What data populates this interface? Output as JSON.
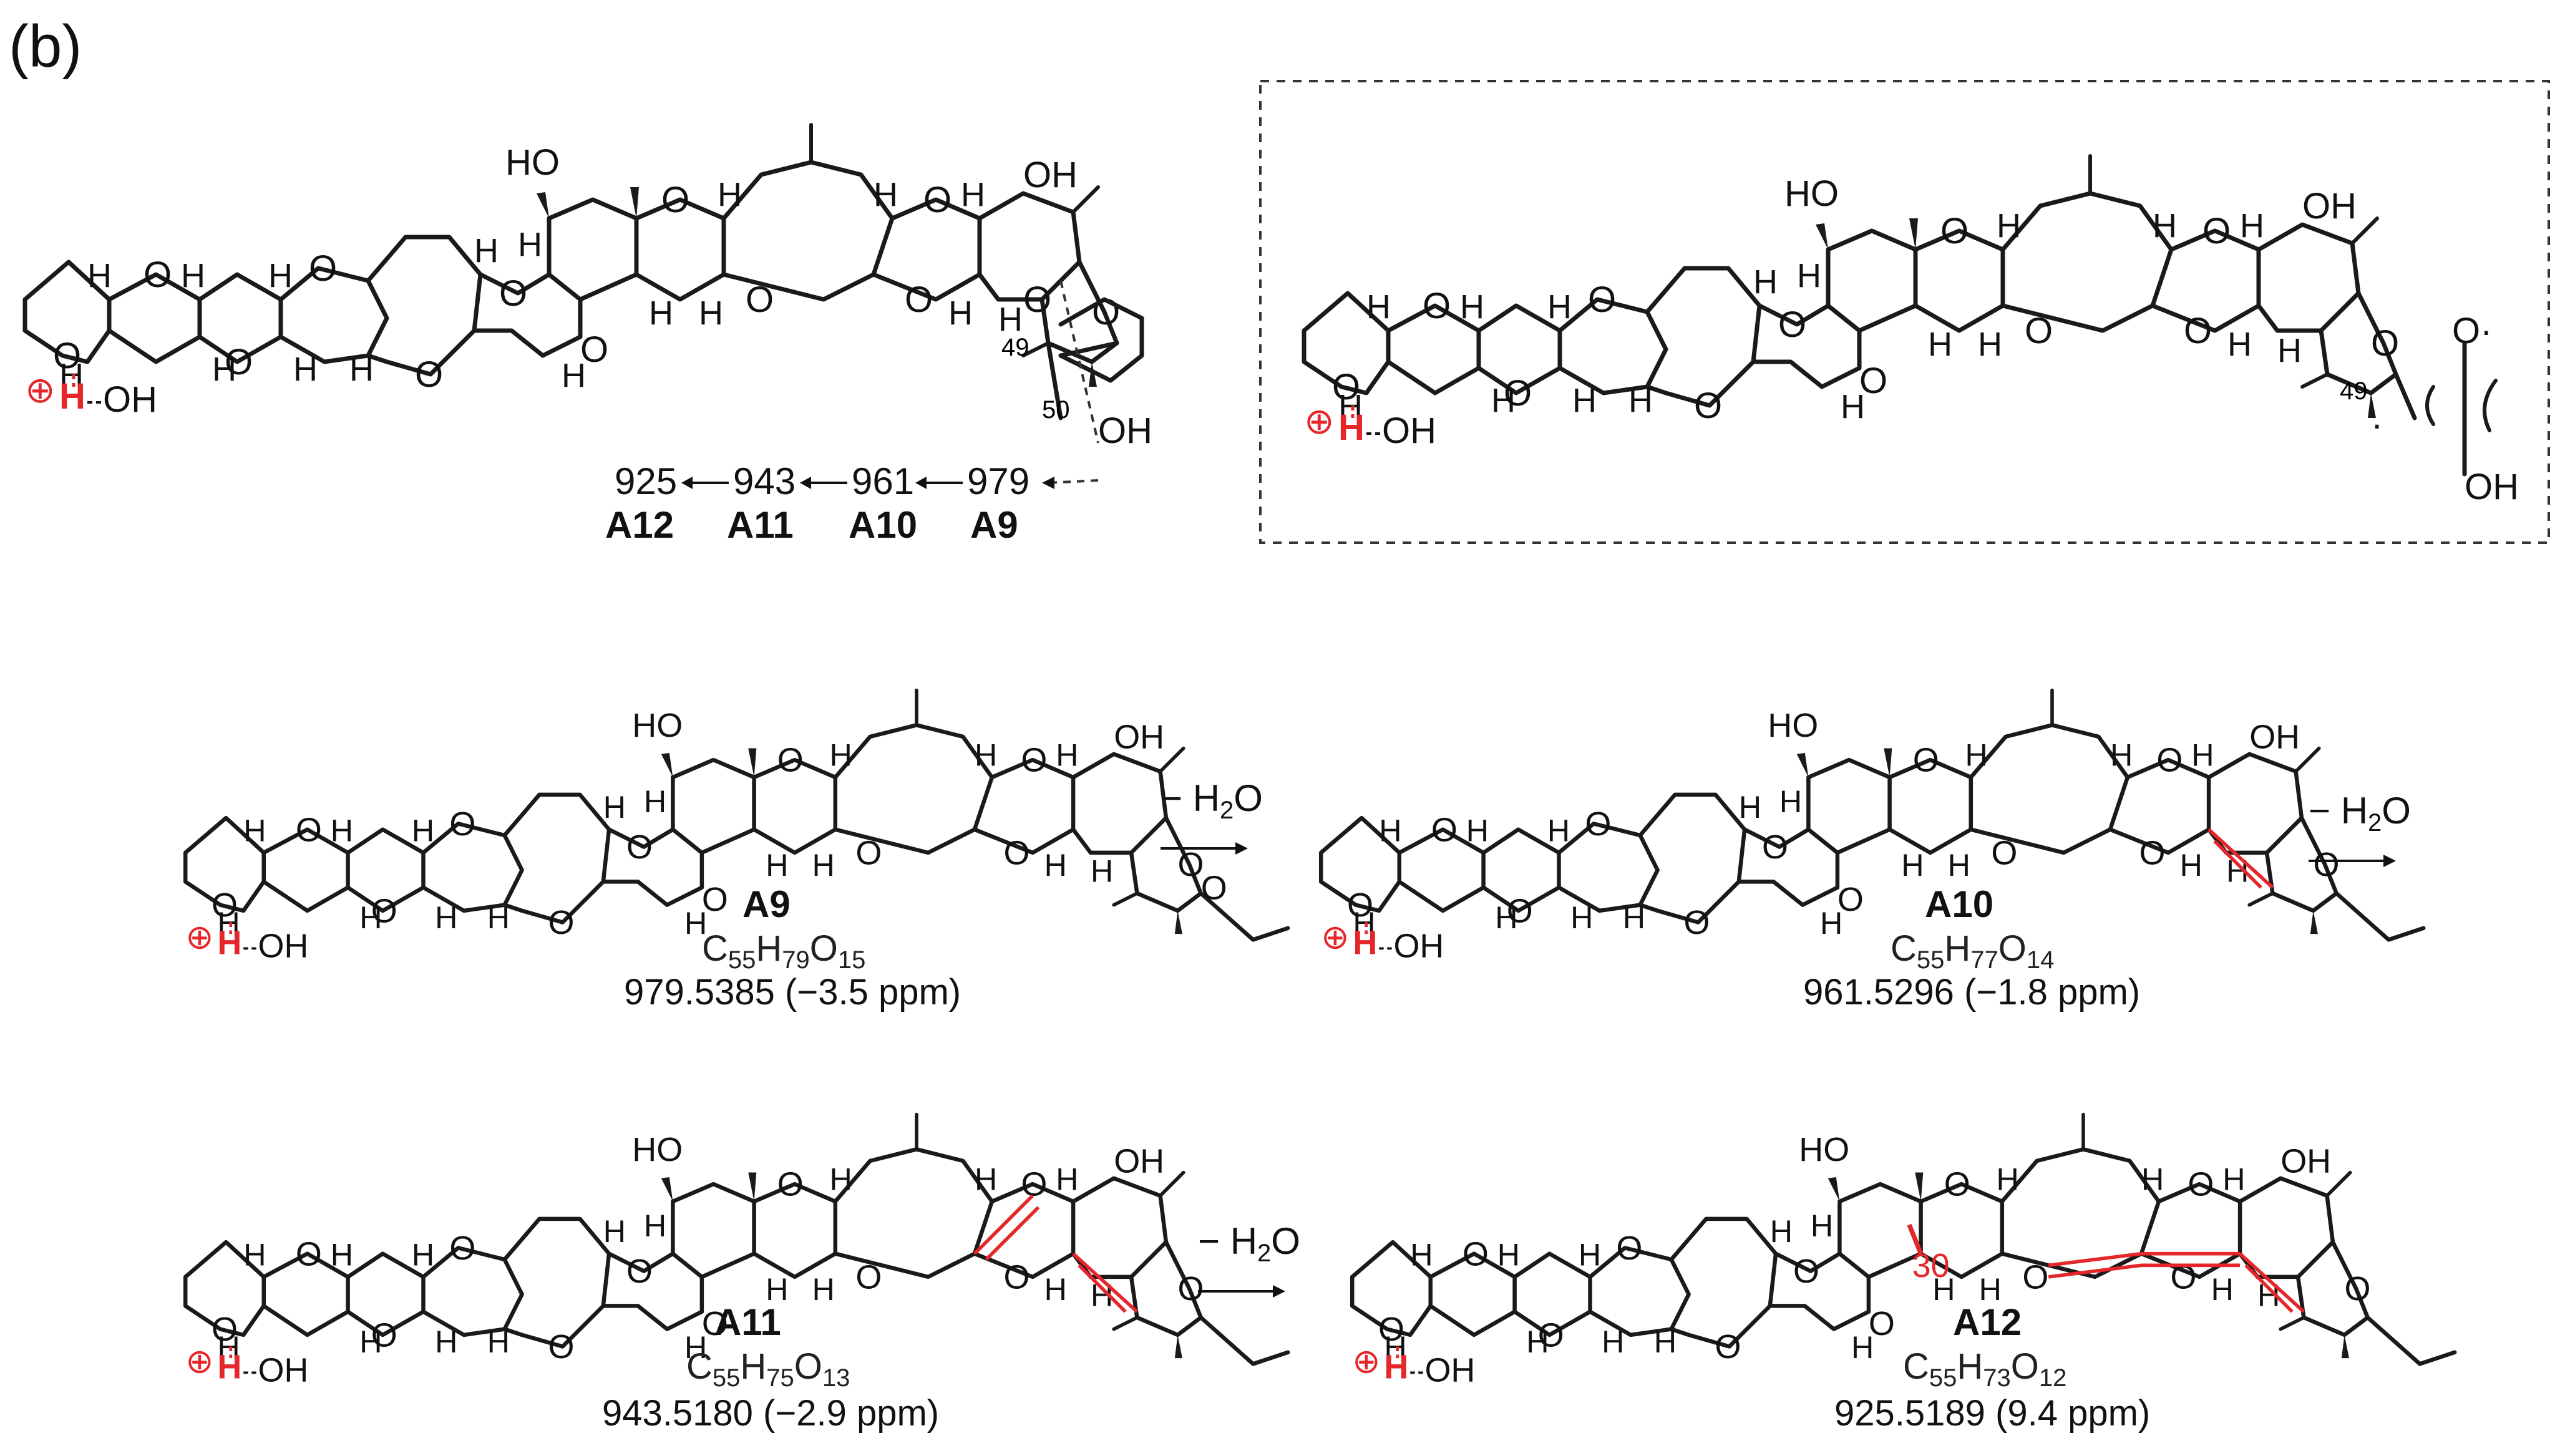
{
  "panel_label": "(b)",
  "frag_path": {
    "items": [
      {
        "mass": "925",
        "name": "A12"
      },
      {
        "mass": "943",
        "name": "A11"
      },
      {
        "mass": "961",
        "name": "A10"
      },
      {
        "mass": "979",
        "name": "A9"
      }
    ],
    "loc_49": "49",
    "loc_50": "50"
  },
  "mechanism_box": {
    "loc_49": "49"
  },
  "atoms": {
    "O": "O",
    "H": "H",
    "OH": "OH",
    "HO": "HO",
    "proton": "H",
    "plus": "⊕",
    "c30": "30"
  },
  "step_label": {
    "prefix": "− H",
    "sub": "2",
    "suffix": "O"
  },
  "compounds": [
    {
      "name": "A9",
      "formula": {
        "C": "55",
        "H": "79",
        "O": "15"
      },
      "mass": "979.5385 (−3.5 ppm)"
    },
    {
      "name": "A10",
      "formula": {
        "C": "55",
        "H": "77",
        "O": "14"
      },
      "mass": "961.5296 (−1.8 ppm)"
    },
    {
      "name": "A11",
      "formula": {
        "C": "55",
        "H": "75",
        "O": "13"
      },
      "mass": "943.5180 (−2.9 ppm)"
    },
    {
      "name": "A12",
      "formula": {
        "C": "55",
        "H": "73",
        "O": "12"
      },
      "mass": "925.5189 (9.4 ppm)"
    }
  ]
}
